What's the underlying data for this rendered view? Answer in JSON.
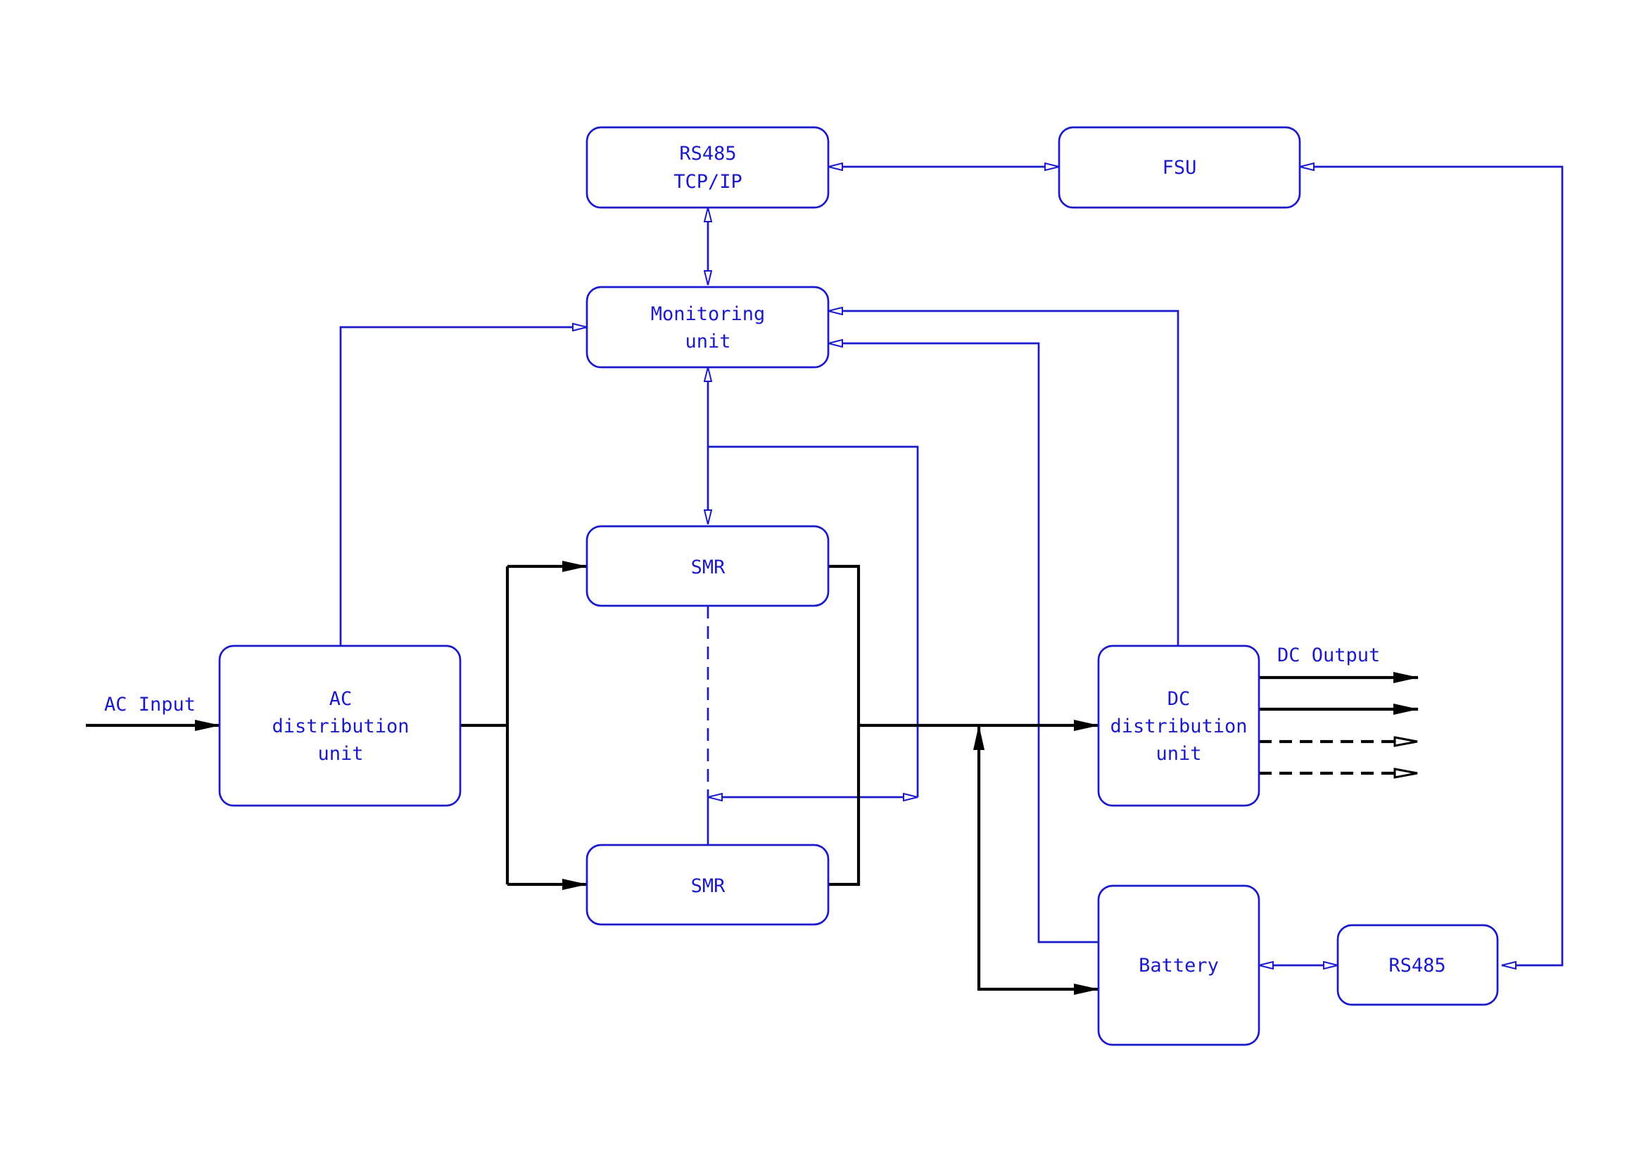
{
  "colors": {
    "signal": "#1a1acc",
    "power": "#000000",
    "background": "#ffffff"
  },
  "labels": {
    "ac_input": "AC Input",
    "dc_output": "DC Output"
  },
  "blocks": {
    "rs485_tcpip": {
      "line1": "RS485",
      "line2": "TCP/IP"
    },
    "fsu": {
      "line1": "FSU"
    },
    "monitoring": {
      "line1": "Monitoring",
      "line2": "unit"
    },
    "smr_top": {
      "line1": "SMR"
    },
    "smr_bottom": {
      "line1": "SMR"
    },
    "ac_distribution": {
      "line1": "AC",
      "line2": "distribution",
      "line3": "unit"
    },
    "dc_distribution": {
      "line1": "DC",
      "line2": "distribution",
      "line3": "unit"
    },
    "battery": {
      "line1": "Battery"
    },
    "rs485_battery": {
      "line1": "RS485"
    }
  }
}
